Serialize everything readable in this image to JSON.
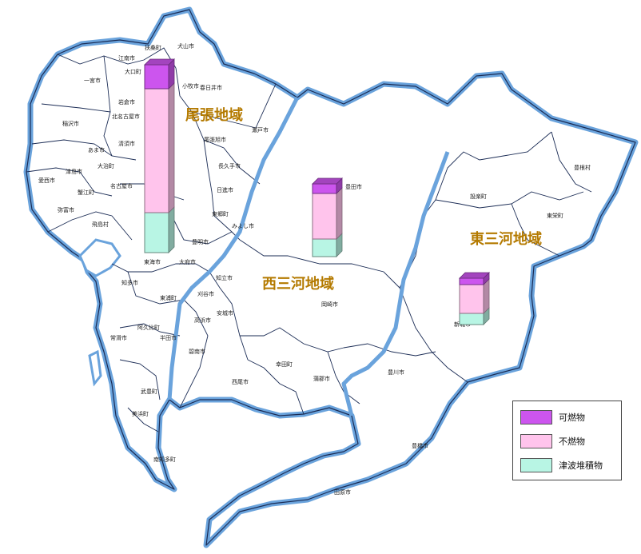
{
  "colors": {
    "flammable": "#cc55ee",
    "nonflammable": "#ffc4ec",
    "tsunami": "#b8f5e4",
    "outline": "#6aa3dc",
    "region_label": "#b47a00"
  },
  "regions": [
    {
      "name": "尾張地域"
    },
    {
      "name": "西三河地域"
    },
    {
      "name": "東三河地域"
    }
  ],
  "municipalities": [
    "扶桑町",
    "犬山市",
    "江南市",
    "大口町",
    "一宮市",
    "小牧市",
    "春日井市",
    "岩倉市",
    "北名古屋市",
    "稲沢市",
    "清須市",
    "あま市",
    "大治町",
    "津島市",
    "愛西市",
    "蟹江町",
    "弥富市",
    "飛島村",
    "名古屋市",
    "尾張旭市",
    "瀬戸市",
    "長久手市",
    "日進市",
    "東郷町",
    "みよし市",
    "豊明市",
    "東海市",
    "大府市",
    "知多市",
    "東浦町",
    "阿久比町",
    "半田市",
    "常滑市",
    "武豊町",
    "美浜町",
    "南知多町",
    "知立市",
    "刈谷市",
    "高浜市",
    "安城市",
    "碧南市",
    "西尾市",
    "幸田町",
    "岡崎市",
    "豊田市",
    "蒲郡市",
    "豊川市",
    "豊橋市",
    "田原市",
    "新城市",
    "設楽町",
    "東栄町",
    "豊根村"
  ],
  "legend": {
    "items": [
      {
        "label": "可燃物",
        "color": "#cc55ee"
      },
      {
        "label": "不燃物",
        "color": "#ffc4ec"
      },
      {
        "label": "津波堆積物",
        "color": "#b8f5e4"
      }
    ]
  },
  "chart_data": {
    "type": "bar",
    "stacked": true,
    "categories": [
      "尾張地域",
      "西三河地域",
      "東三河地域"
    ],
    "series": [
      {
        "name": "可燃物",
        "values": [
          30,
          12,
          8
        ]
      },
      {
        "name": "不燃物",
        "values": [
          155,
          57,
          36
        ]
      },
      {
        "name": "津波堆積物",
        "values": [
          50,
          22,
          14
        ]
      }
    ]
  }
}
